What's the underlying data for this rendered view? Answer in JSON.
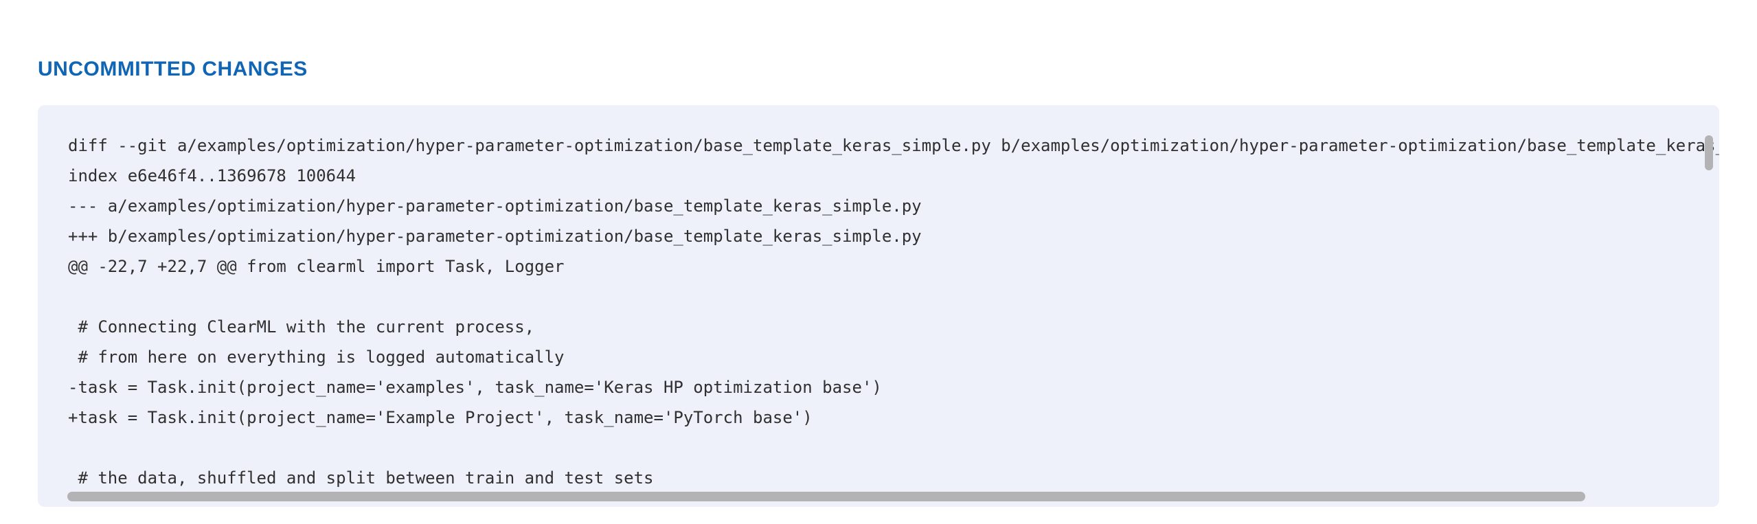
{
  "section": {
    "title": "UNCOMMITTED CHANGES"
  },
  "diff_panel": {
    "lines": [
      "diff --git a/examples/optimization/hyper-parameter-optimization/base_template_keras_simple.py b/examples/optimization/hyper-parameter-optimization/base_template_keras_simple.py",
      "index e6e46f4..1369678 100644",
      "--- a/examples/optimization/hyper-parameter-optimization/base_template_keras_simple.py",
      "+++ b/examples/optimization/hyper-parameter-optimization/base_template_keras_simple.py",
      "@@ -22,7 +22,7 @@ from clearml import Task, Logger",
      "",
      " # Connecting ClearML with the current process,",
      " # from here on everything is logged automatically",
      "-task = Task.init(project_name='examples', task_name='Keras HP optimization base')",
      "+task = Task.init(project_name='Example Project', task_name='PyTorch base')",
      "",
      " # the data, shuffled and split between train and test sets"
    ],
    "scroll": {
      "vertical_thumb_visible": true,
      "horizontal_thumb_visible": true
    }
  },
  "colors": {
    "heading": "#1065b5",
    "panel_bg": "#eef1fa",
    "text": "#303030",
    "scrollbar_thumb": "#b3b3b6"
  }
}
